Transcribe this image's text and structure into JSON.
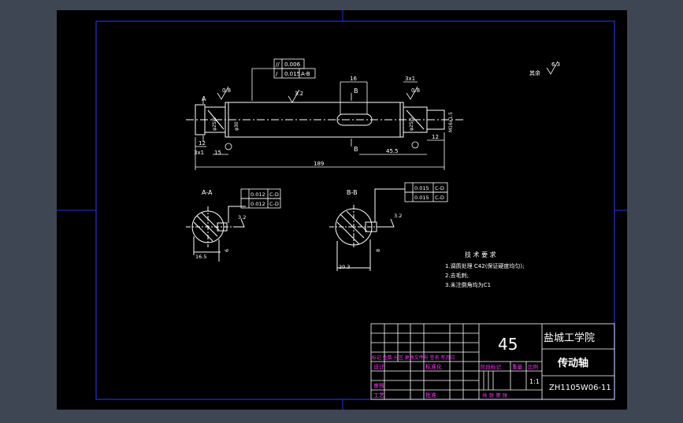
{
  "colors": {
    "background": "#3e4553",
    "sheet": "#000000",
    "frame": "#2233dd",
    "line": "#ffffff",
    "dim": "#ffffff",
    "magenta": "#ff33ff",
    "crosshair": "#2233dd"
  },
  "drawing": {
    "datum_a": "A",
    "datum_b": "B",
    "tol_top_1": "0.006",
    "tol_top_2": "0.015",
    "tol_top_2_ref": "A-B",
    "rough_main": "3.2",
    "rough_left": "0.8",
    "rough_right": "0.8",
    "rough_general": "6.3",
    "rough_general_prefix": "其余",
    "dim_16": "16",
    "dim_3x1": "3x1",
    "dim_45_5": "45.5",
    "dim_189": "189",
    "dim_12_left": "12",
    "dim_12_right": "12",
    "dim_3x1_bottom": "3x1",
    "dim_15": "15",
    "dia_left": "φ25j5",
    "dia_right": "φ25j5",
    "dia_mid": "φ30",
    "dim_right_face": "M16x1.5",
    "section_aa_title": "A-A",
    "section_bb_title": "B-B",
    "aa_tol_1": "0.012",
    "aa_tol_1_ref": "C-D",
    "aa_tol_2": "0.012",
    "aa_tol_2_ref": "C-D",
    "bb_tol_1": "0.015",
    "bb_tol_1_ref": "C-D",
    "bb_tol_2": "0.015",
    "bb_tol_2_ref": "C-D",
    "aa_rough": "3.2",
    "bb_rough": "3.2",
    "aa_dim_bottom": "16.5",
    "aa_dim_side": "6",
    "bb_dim_bottom": "20.3",
    "bb_dim_side": "8",
    "tech_title": "技 术 要 求",
    "tech_items": [
      "1.调质处理 C42(保证硬度均匀);",
      "2.去毛刺;",
      "3.未注倒角均为C1"
    ]
  },
  "title_block": {
    "material": "45",
    "school": "盐城工学院",
    "part_name": "传动轴",
    "drawing_no": "ZH1105W06-11",
    "scale": "1:1",
    "row_header": "标记 处数 分区 更改文件号 签名 年月日",
    "designer": "设计",
    "standardization": "标准化",
    "reviewer": "审核",
    "process": "工艺",
    "approve": "批准",
    "stage_mark": "阶段标记",
    "weight": "重量",
    "scale_label": "比例",
    "sheets": "共  张 第  张"
  }
}
